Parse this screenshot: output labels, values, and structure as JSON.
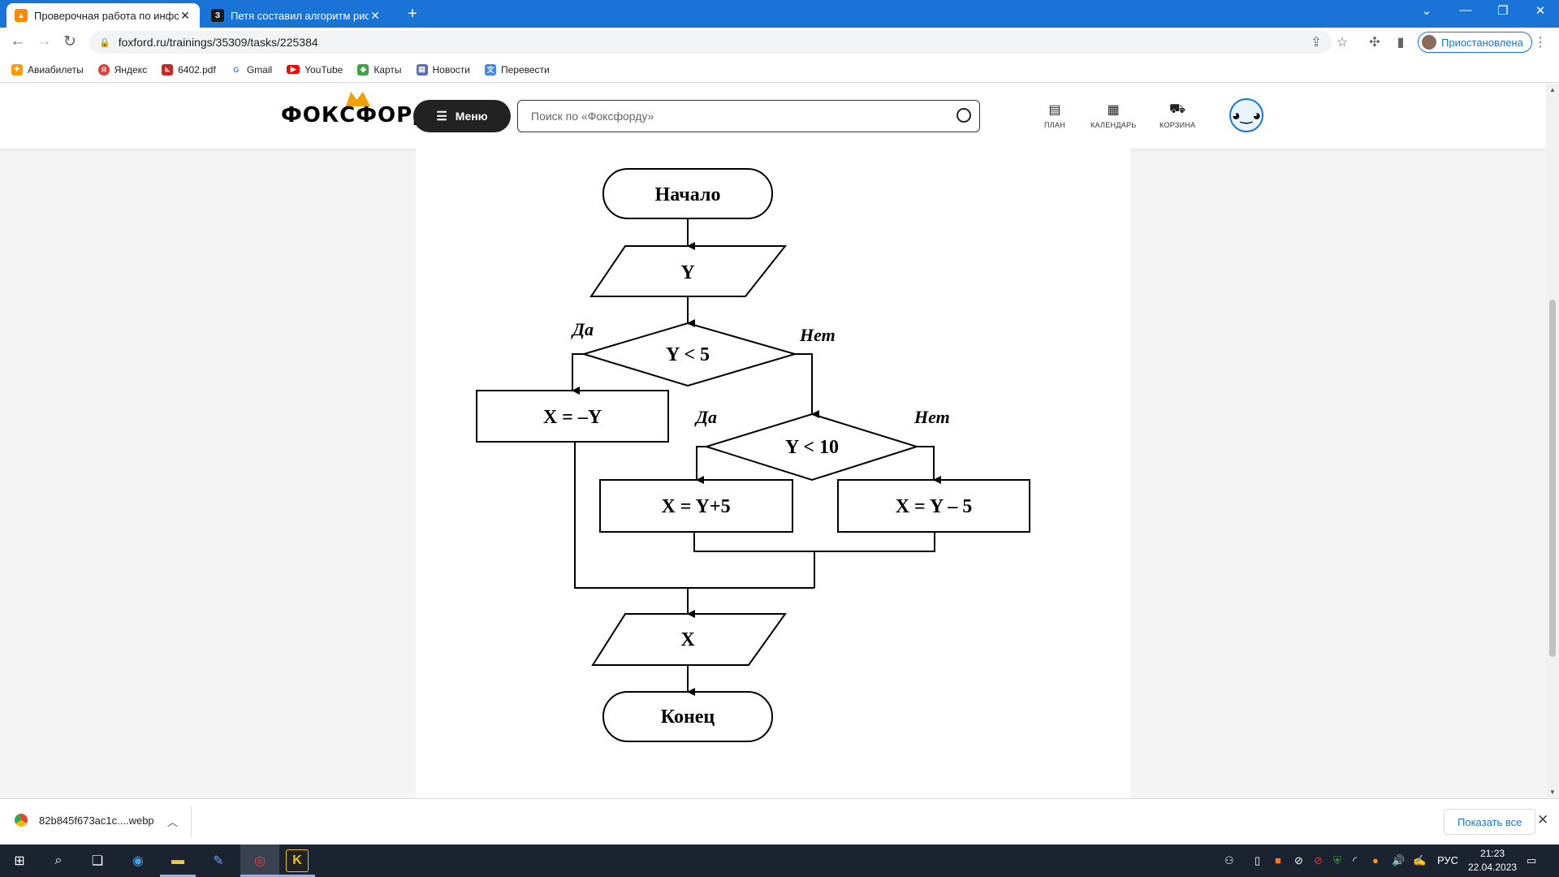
{
  "browser": {
    "tabs": [
      {
        "title": "Проверочная работа по информатике",
        "favicon": "foxford-icon",
        "active": true
      },
      {
        "title": "Петя составил алгоритм рисования",
        "favicon": "znanija-icon",
        "favicon_letter": "З",
        "active": false
      }
    ],
    "url": "foxford.ru/trainings/35309/tasks/225384",
    "profile_label": "Приостановлена",
    "bookmarks": [
      {
        "label": "Авиабилеты",
        "icon": "plane-icon",
        "color": "#ff9a00"
      },
      {
        "label": "Яндекс",
        "icon": "yandex-icon",
        "letter": "Я",
        "color": "#e53935"
      },
      {
        "label": "6402.pdf",
        "icon": "pdf-icon",
        "color": "#c62828"
      },
      {
        "label": "Gmail",
        "icon": "google-icon",
        "letter": "G",
        "color": "#4285f4"
      },
      {
        "label": "YouTube",
        "icon": "youtube-icon",
        "color": "#ff0000"
      },
      {
        "label": "Карты",
        "icon": "maps-icon",
        "color": "#43a047"
      },
      {
        "label": "Новости",
        "icon": "news-icon",
        "color": "#5c6bc0"
      },
      {
        "label": "Перевести",
        "icon": "translate-icon",
        "color": "#4285f4"
      }
    ]
  },
  "site": {
    "logo": "ФОКСФОРД",
    "menu_label": "Меню",
    "search_placeholder": "Поиск по «Фоксфорду»",
    "nav": [
      {
        "label": "ПЛАН",
        "icon": "plan-icon"
      },
      {
        "label": "КАЛЕНДАРЬ",
        "icon": "calendar-icon"
      },
      {
        "label": "КОРЗИНА",
        "icon": "cart-icon"
      }
    ]
  },
  "flowchart": {
    "start": "Начало",
    "input": "Y",
    "cond1": "Y < 5",
    "cond1_yes": "Да",
    "cond1_no": "Нет",
    "assign1": "X = –Y",
    "cond2": "Y < 10",
    "cond2_yes": "Да",
    "cond2_no": "Нет",
    "assign2": "X = Y+5",
    "assign3": "X = Y – 5",
    "output": "X",
    "end": "Конец"
  },
  "download": {
    "filename": "82b845f673ac1c....webp",
    "show_all": "Показать все"
  },
  "taskbar": {
    "language": "РУС",
    "time": "21:23",
    "date": "22.04.2023"
  }
}
